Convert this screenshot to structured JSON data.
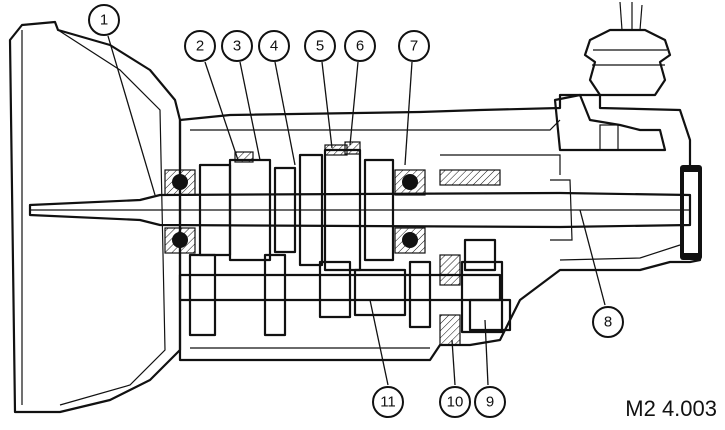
{
  "figure": {
    "code": "M2 4.003",
    "callouts": [
      "1",
      "2",
      "3",
      "4",
      "5",
      "6",
      "7",
      "8",
      "9",
      "10",
      "11"
    ]
  }
}
